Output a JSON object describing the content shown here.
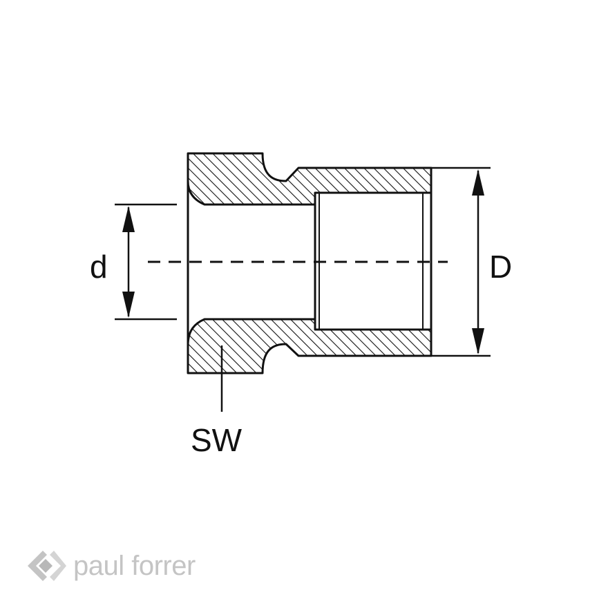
{
  "labels": {
    "inner_diameter": "d",
    "outer_diameter": "D",
    "wrench_size": "SW"
  },
  "brand": {
    "name": "paul forrer",
    "logo_icon": "diamond-chevron-logo-icon"
  },
  "colors": {
    "line": "#111111",
    "brand_gray": "#c4c4c4"
  }
}
